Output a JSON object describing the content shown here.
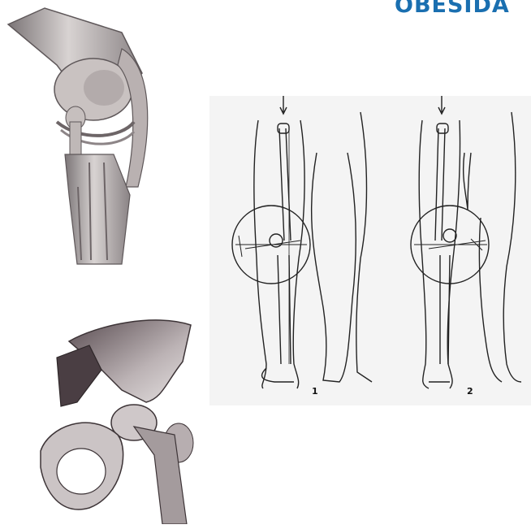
{
  "slide": {
    "title": "OBESIDA",
    "title_color": "#1a6fb0"
  },
  "figures": {
    "knee_illustration": "knee-joint-illustration",
    "hip_illustration": "hip-joint-illustration",
    "leg_alignment_diagram": {
      "labels": [
        "1",
        "2"
      ]
    }
  }
}
